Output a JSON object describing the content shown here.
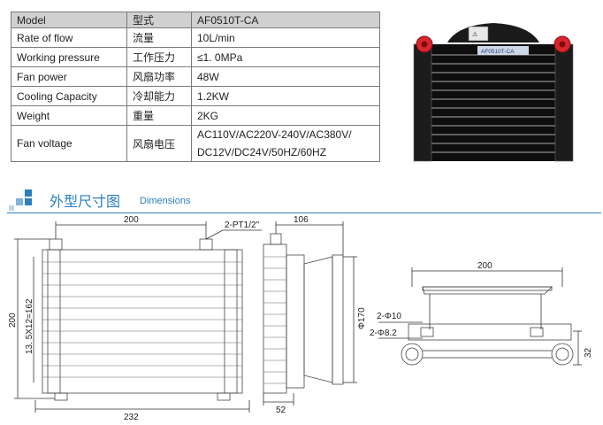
{
  "spec_table": {
    "header": [
      "Model",
      "型式",
      "AF0510T-CA"
    ],
    "rows": [
      [
        "Rate of flow",
        "流量",
        "10L/min"
      ],
      [
        "Working pressure",
        "工作压力",
        "≤1. 0MPa"
      ],
      [
        "Fan power",
        "风扇功率",
        "48W"
      ],
      [
        "Cooling Capacity",
        "冷却能力",
        "1.2KW"
      ],
      [
        "Weight",
        "重量",
        "2KG"
      ]
    ],
    "fan_voltage": {
      "en": "Fan voltage",
      "zh": "风扇电压",
      "line1": "AC110V/AC220V-240V/AC380V/",
      "line2": "DC12V/DC24V/50HZ/60HZ"
    }
  },
  "product": {
    "label_text": "AF0510T-CA"
  },
  "section": {
    "title_zh": "外型尺寸图",
    "title_en": "Dimensions"
  },
  "dimensions": {
    "front_width_top": "200",
    "front_width_bottom": "232",
    "front_height": "200",
    "front_pitch": "13. 5X12=162",
    "port": "2-PT1/2\"",
    "side_depth": "106",
    "side_bottom": "52",
    "side_fan_dia": "Φ170",
    "bottom_width": "200",
    "hole_1": "2-Φ10",
    "hole_2": "2-Φ8.2",
    "bottom_height": "32"
  },
  "colors": {
    "accent": "#2a7fbf",
    "table_header": "#d0d0d0",
    "port_red": "#d9262c"
  }
}
